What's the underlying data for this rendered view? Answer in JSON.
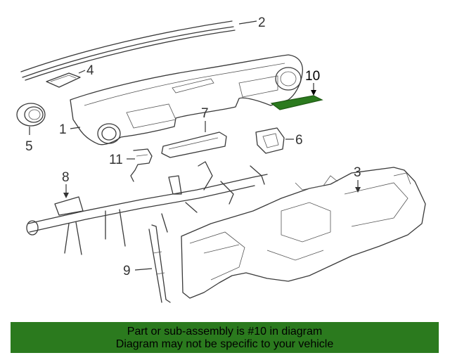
{
  "callouts": {
    "c1": "1",
    "c2": "2",
    "c3": "3",
    "c4": "4",
    "c5": "5",
    "c6": "6",
    "c7": "7",
    "c8": "8",
    "c9": "9",
    "c10": "10",
    "c11": "11"
  },
  "highlight_color": "#2b7a1e",
  "banner": {
    "line1": "Part or sub-assembly is #10 in diagram",
    "line2": "Diagram may not be specific to your vehicle"
  }
}
